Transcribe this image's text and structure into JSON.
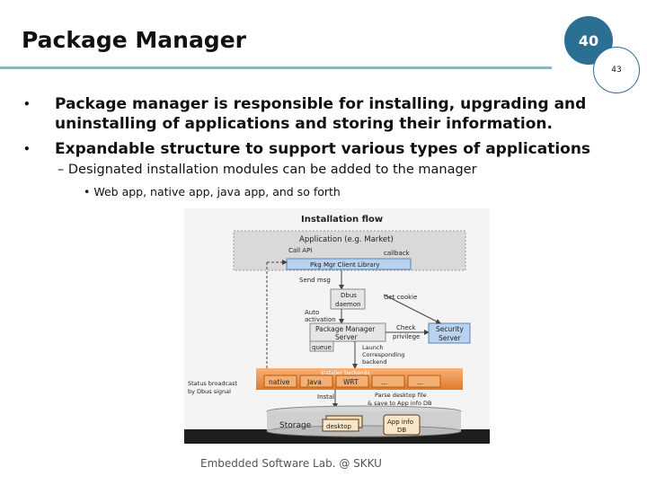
{
  "slide": {
    "title": "Package Manager",
    "slide_number": "40",
    "page_number": "43",
    "footer": "Embedded Software Lab. @ SKKU"
  },
  "bullets": [
    {
      "text": "Package manager is responsible for installing, upgrading and uninstalling of applications and storing their information."
    },
    {
      "text": "Expandable structure to support various types of applications"
    }
  ],
  "sub_bullet": "Designated installation modules can be added to the manager",
  "sub_sub_bullet": "Web app, native app, java app, and so forth",
  "diagram": {
    "title": "Installation flow",
    "application": "Application (e.g. Market)",
    "call_api": "Call API",
    "callback": "callback",
    "client_library": "Pkg Mgr Client Library",
    "send_msg": "Send msg",
    "dbus_l1": "Dbus",
    "dbus_l2": "daemon",
    "get_cookie": "Get cookie",
    "auto_l1": "Auto",
    "auto_l2": "activation",
    "pm_server_l1": "Package Manager",
    "pm_server_l2": "Server",
    "check_l1": "Check",
    "check_l2": "privilege",
    "security_l1": "Security",
    "security_l2": "Server",
    "queue": "queue",
    "launch_l1": "Launch",
    "launch_l2": "Corresponding",
    "launch_l3": "backend",
    "backends_label": "Installer backends",
    "backends": [
      "native",
      "Java",
      "WRT",
      "...",
      "..."
    ],
    "status_l1": "Status broadcast",
    "status_l2": "by Dbus signal",
    "install": "Install",
    "parse_l1": "Parse desktop file",
    "parse_l2": "& save to App info DB",
    "storage": "Storage",
    "desktop": "desktop",
    "appinfo_l1": "App info",
    "appinfo_l2": "DB",
    "colors": {
      "accent": "#2b6f93",
      "backend_orange": "#e8883a",
      "lib_blue": "#b9d3ef"
    }
  }
}
